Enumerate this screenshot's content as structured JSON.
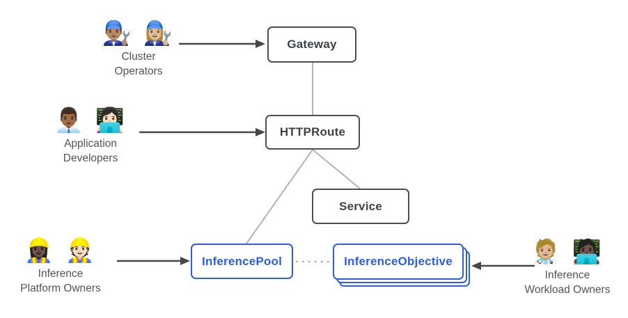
{
  "nodes": {
    "gateway": {
      "label": "Gateway",
      "category": "gateway-api-core"
    },
    "httproute": {
      "label": "HTTPRoute",
      "category": "gateway-api-core"
    },
    "service": {
      "label": "Service",
      "category": "kubernetes-core"
    },
    "inference_pool": {
      "label": "InferencePool",
      "category": "inference-extension"
    },
    "inference_objective": {
      "label": "InferenceObjective",
      "category": "inference-extension",
      "stacked_copies": 3
    }
  },
  "personas": {
    "cluster_operators": {
      "emojis": "👨🏽‍🔧 👩🏼‍🔧",
      "emoji_names": "man-mechanic-icon woman-mechanic-icon",
      "label_line1": "Cluster",
      "label_line2": "Operators"
    },
    "application_developers": {
      "emojis": "👨🏾‍💼 👩🏻‍💻",
      "emoji_names": "man-office-worker-icon woman-technologist-icon",
      "label_line1": "Application",
      "label_line2": "Developers"
    },
    "inference_platform_owners": {
      "emojis": "👷🏿‍♀️ 👷🏻",
      "emoji_names": "woman-construction-worker-icon construction-worker-icon",
      "label_line1": "Inference",
      "label_line2": "Platform Owners"
    },
    "inference_workload_owners": {
      "emojis": "🧑🏼‍⚕️ 🧑🏿‍💻",
      "emoji_names": "health-worker-icon technologist-icon",
      "label_line1": "Inference",
      "label_line2": "Workload Owners"
    }
  },
  "edges": [
    {
      "from": "cluster_operators",
      "to": "gateway",
      "style": "solid-arrow"
    },
    {
      "from": "application_developers",
      "to": "httproute",
      "style": "solid-arrow"
    },
    {
      "from": "inference_platform_owners",
      "to": "inference_pool",
      "style": "solid-arrow"
    },
    {
      "from": "inference_workload_owners",
      "to": "inference_objective",
      "style": "solid-arrow"
    },
    {
      "from": "gateway",
      "to": "httproute",
      "style": "plain-line"
    },
    {
      "from": "httproute",
      "to": "service",
      "style": "plain-line"
    },
    {
      "from": "httproute",
      "to": "inference_pool",
      "style": "plain-line"
    },
    {
      "from": "inference_pool",
      "to": "inference_objective",
      "style": "dotted-line"
    }
  ],
  "colors": {
    "extension_blue": "#2d5ce6",
    "core_border": "#4d4d4d",
    "core_text": "#3c4247",
    "connector_gray": "#b3b3b3",
    "arrow_gray": "#474747",
    "persona_text": "#4f545a",
    "background": "#ffffff"
  }
}
